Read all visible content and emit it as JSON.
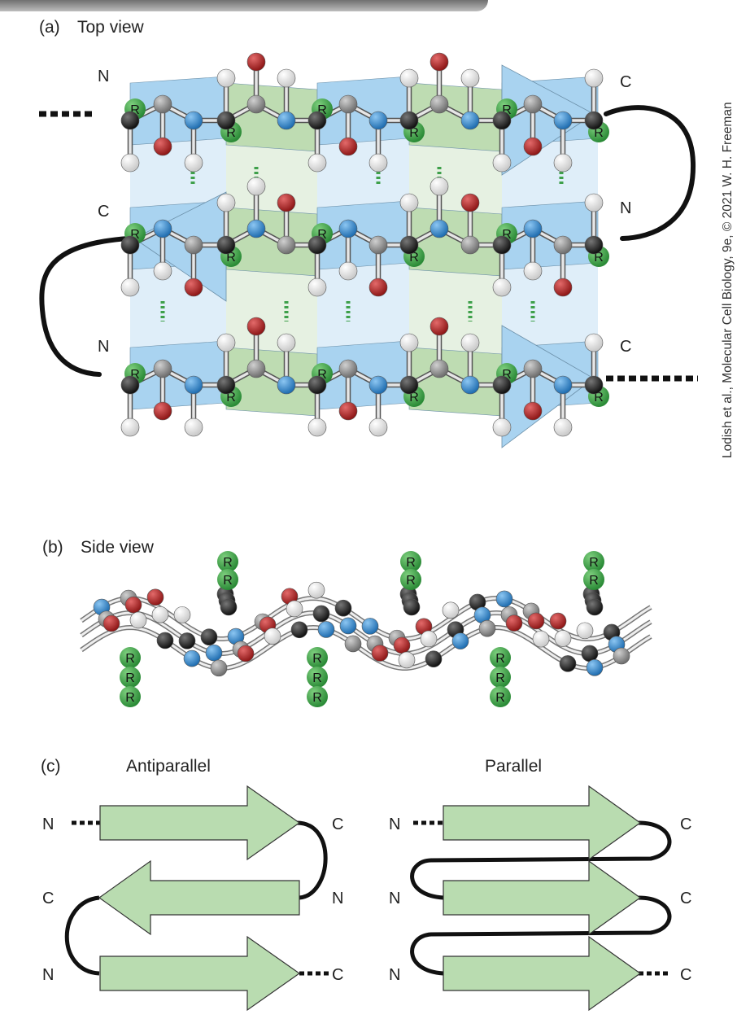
{
  "credit": {
    "text": "Lodish et al., Molecular Cell Biology, 9e, © 2021 W. H. Freeman"
  },
  "panel_a": {
    "letter": "(a)",
    "title": "Top view",
    "strand1": {
      "left": "N",
      "right": "C"
    },
    "strand2": {
      "left": "C",
      "right": "N"
    },
    "strand3": {
      "left": "N",
      "right": "C"
    },
    "residue_label": "R"
  },
  "panel_b": {
    "letter": "(b)",
    "title": "Side view",
    "residue_label": "R"
  },
  "panel_c": {
    "letter": "(c)",
    "antiparallel": {
      "title": "Antiparallel",
      "labels": {
        "n_top": "N",
        "c_top": "C",
        "c_mid": "C",
        "n_mid": "N",
        "n_bot": "N",
        "c_bot": "C"
      }
    },
    "parallel": {
      "title": "Parallel",
      "labels": {
        "n_top": "N",
        "c_top": "C",
        "n_mid": "N",
        "c_mid": "C",
        "n_bot": "N",
        "c_bot": "C"
      }
    }
  },
  "colors": {
    "sheet_blue": "#a9d3f0",
    "sheet_green": "#bedcb2",
    "arrow_green": "#b9dcb0",
    "nitrogen": "#2a7fc9",
    "oxygen": "#b32424",
    "carbon": "#8c8c8c",
    "alpha_carbon": "#2b2b2b",
    "hydrogen": "#f4f4f4",
    "r_group": "#3ea04a",
    "hbond": "#3ea04a"
  }
}
